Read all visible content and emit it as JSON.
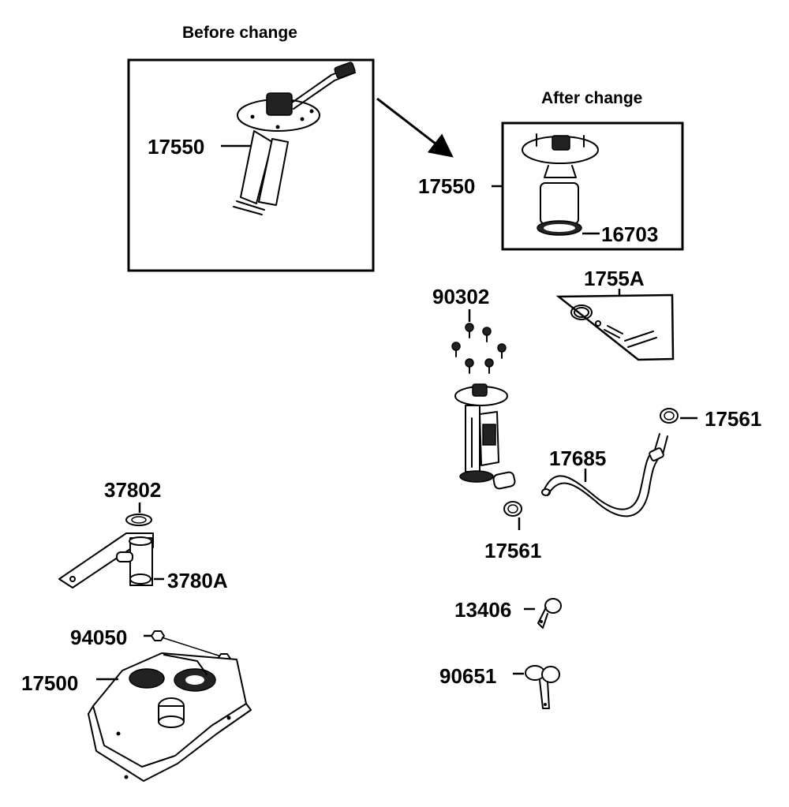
{
  "headers": {
    "before": "Before change",
    "after": "After change"
  },
  "labels": {
    "p17550_before": "17550",
    "p17550_after": "17550",
    "p16703": "16703",
    "p1755A": "1755A",
    "p90302": "90302",
    "p17561_right": "17561",
    "p17685": "17685",
    "p17561_lower": "17561",
    "p37802": "37802",
    "p3780A": "3780A",
    "p13406": "13406",
    "p94050": "94050",
    "p90651": "90651",
    "p17500": "17500"
  }
}
